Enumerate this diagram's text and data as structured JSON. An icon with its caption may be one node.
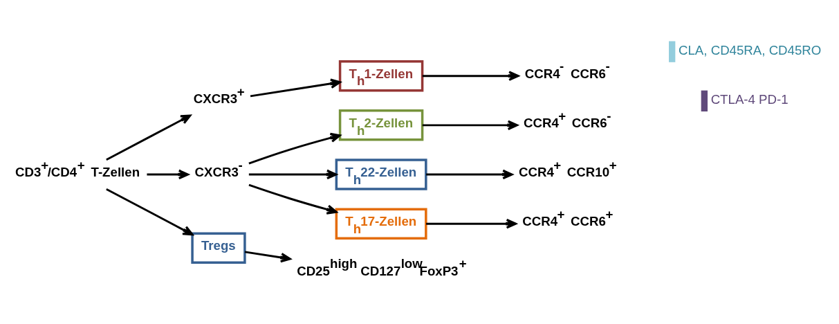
{
  "diagram": {
    "nodes": [
      {
        "text": [
          "CD3$^{+}$/CD4$^{+}$ T-Zellen"
        ]
      },
      {
        "text": [
          "CXCR3$^{+}$"
        ]
      },
      {
        "text": [
          "CXCR3$^{-}$"
        ]
      },
      {
        "text": [
          "T$_{h}$1-Zellen"
        ]
      },
      {
        "text": [
          "T$_{h}$2-Zellen"
        ]
      },
      {
        "text": [
          "T$_{h}$22-Zellen"
        ]
      },
      {
        "text": [
          "T$_{h}$17-Zellen"
        ]
      },
      {
        "text": [
          "Tregs"
        ]
      },
      {
        "text": [
          "CCR4$^{-}$ CCR6$^{-}$"
        ]
      },
      {
        "text": [
          "CCR4$^{+}$ CCR6$^{-}$"
        ]
      },
      {
        "text": [
          "CCR4$^{+}$ CCR10$^{+}$"
        ]
      },
      {
        "text": [
          "CCR4$^{+}$ CCR6$^{+}$"
        ]
      },
      {
        "text": [
          "CD25$^{high}$ CD127$^{low}$FoxP3$^{+}$"
        ]
      }
    ],
    "edges": [
      {
        "from": 0,
        "to": 1,
        "arrow": "to"
      },
      {
        "from": 0,
        "to": 2,
        "arrow": "to"
      },
      {
        "from": 0,
        "to": 7,
        "arrow": "to"
      },
      {
        "from": 1,
        "to": 3,
        "arrow": "to"
      },
      {
        "from": 2,
        "to": 4,
        "arrow": "to"
      },
      {
        "from": 2,
        "to": 5,
        "arrow": "to"
      },
      {
        "from": 2,
        "to": 6,
        "arrow": "to"
      },
      {
        "from": 3,
        "to": 8,
        "arrow": "to"
      },
      {
        "from": 4,
        "to": 9,
        "arrow": "to"
      },
      {
        "from": 5,
        "to": 10,
        "arrow": "to"
      },
      {
        "from": 6,
        "to": 11,
        "arrow": "to"
      },
      {
        "from": 7,
        "to": 12,
        "arrow": "to"
      }
    ],
    "labels": [
      "CLA, CD45RA, CD45RO",
      "CTLA-4 PD-1"
    ]
  }
}
